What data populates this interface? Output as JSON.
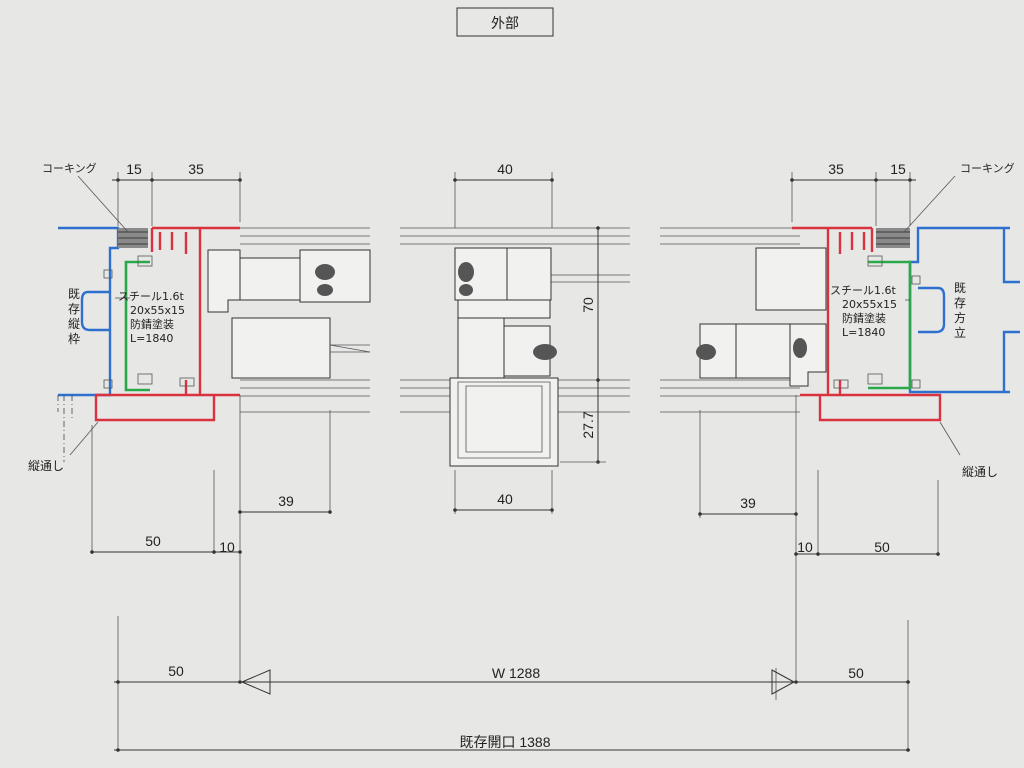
{
  "title": "外部",
  "colors": {
    "steel": "#d8333f",
    "existing": "#2f6fd0",
    "anchor": "#2aa84a"
  },
  "left": {
    "caulk_label": "コーキング",
    "dim_15": "15",
    "dim_35": "35",
    "existing_label": "既存縦枠",
    "steel_spec": [
      "スチール1.6t",
      "20x55x15",
      "防錆塗装",
      "L=1840"
    ],
    "drain_label": "縦通し",
    "dim_39": "39",
    "dim_50": "50",
    "dim_10": "10"
  },
  "center": {
    "dim_top_40": "40",
    "dim_70": "70",
    "dim_27_7": "27.7",
    "dim_bottom_40": "40"
  },
  "right": {
    "caulk_label": "コーキング",
    "dim_35": "35",
    "dim_15": "15",
    "existing_label": "既存方立",
    "steel_spec": [
      "スチール1.6t",
      "20x55x15",
      "防錆塗装",
      "L=1840"
    ],
    "drain_label": "縦通し",
    "dim_39": "39",
    "dim_10": "10",
    "dim_50": "50"
  },
  "overall": {
    "left_50": "50",
    "width_label": "W 1288",
    "right_50": "50",
    "opening_label": "既存開口 1388"
  }
}
